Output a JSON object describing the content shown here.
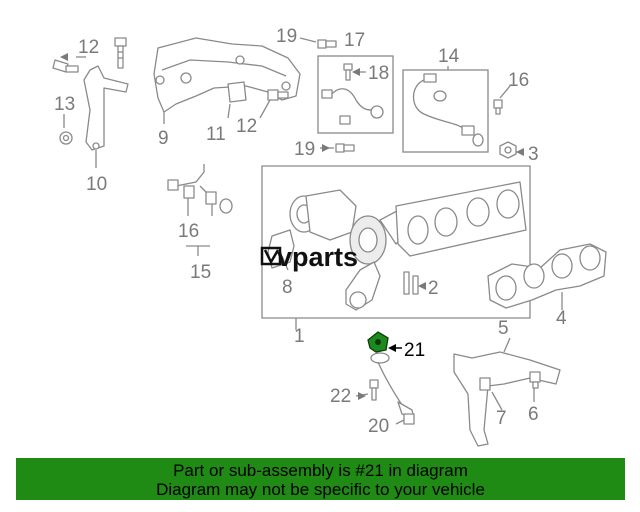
{
  "callouts": [
    {
      "id": "1",
      "label": "1"
    },
    {
      "id": "2",
      "label": "2"
    },
    {
      "id": "3",
      "label": "3"
    },
    {
      "id": "4",
      "label": "4"
    },
    {
      "id": "5",
      "label": "5"
    },
    {
      "id": "6",
      "label": "6"
    },
    {
      "id": "7",
      "label": "7"
    },
    {
      "id": "8",
      "label": "8"
    },
    {
      "id": "9",
      "label": "9"
    },
    {
      "id": "10",
      "label": "10"
    },
    {
      "id": "11",
      "label": "11"
    },
    {
      "id": "12a",
      "label": "12"
    },
    {
      "id": "12b",
      "label": "12"
    },
    {
      "id": "13",
      "label": "13"
    },
    {
      "id": "14",
      "label": "14"
    },
    {
      "id": "15",
      "label": "15"
    },
    {
      "id": "16a",
      "label": "16"
    },
    {
      "id": "16b",
      "label": "16"
    },
    {
      "id": "17",
      "label": "17"
    },
    {
      "id": "18",
      "label": "18"
    },
    {
      "id": "19a",
      "label": "19"
    },
    {
      "id": "19b",
      "label": "19"
    },
    {
      "id": "20",
      "label": "20"
    },
    {
      "id": "21",
      "label": "21"
    },
    {
      "id": "22",
      "label": "22"
    }
  ],
  "highlighted_part": "21",
  "watermark": {
    "logo": "vparts-logo",
    "text": "vparts"
  },
  "colors": {
    "banner": "#1f8a14",
    "highlight_part": "#1e8a1e",
    "line_art": "#8a8a8a"
  },
  "banner": {
    "line1": "Part or sub-assembly is #21 in diagram",
    "line2": "Diagram may not be specific to your vehicle"
  }
}
